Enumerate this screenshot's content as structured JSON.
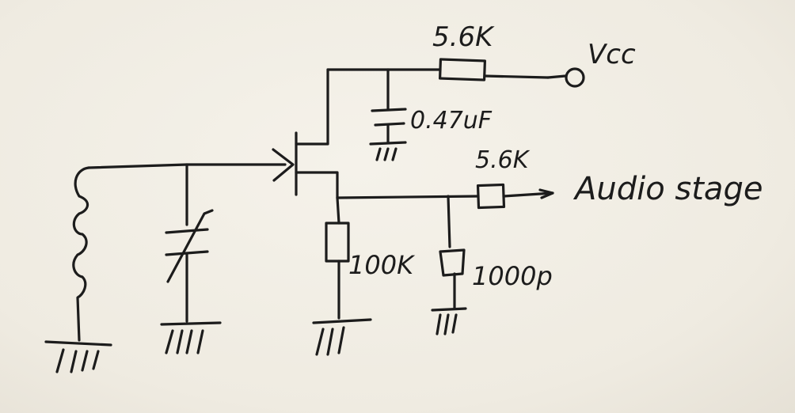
{
  "labels": {
    "r_vcc": "5.6K",
    "vcc": "Vcc",
    "c_decouple": "0.47uF",
    "r_out": "5.6K",
    "out": "Audio stage",
    "r_source": "100K",
    "c_filter": "1000p"
  }
}
